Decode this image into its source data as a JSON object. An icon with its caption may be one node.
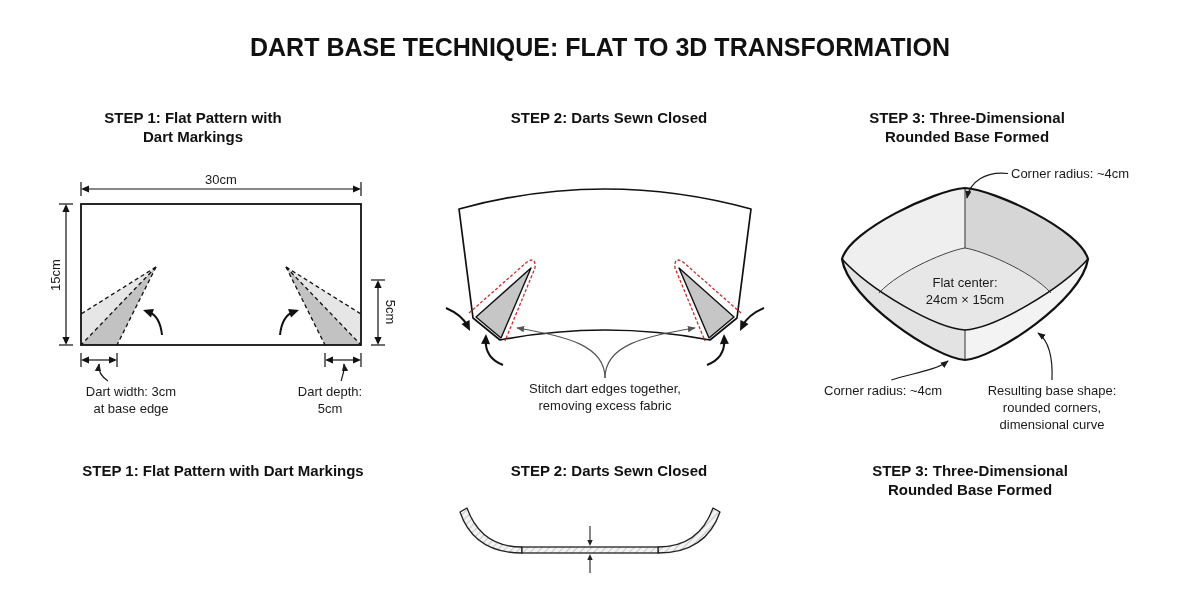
{
  "diagram": {
    "title": "DART BASE TECHNIQUE: FLAT TO 3D TRANSFORMATION",
    "nodes": [
      {
        "text": [
          "Dart width: 3cm at base edge"
        ]
      },
      {
        "text": [
          "Dart depth: 5cm"
        ]
      },
      {
        "text": [
          "Stitch dart edges together, removing excess fabric"
        ]
      },
      {
        "text": [
          "Corner radius: ~4cm"
        ]
      },
      {
        "text": [
          "Flat center: 24cm × 15cm"
        ]
      },
      {
        "text": [
          "Corner radius: ~4cm"
        ]
      },
      {
        "text": [
          "Resulting base shape: rounded corners, dimensional curve"
        ]
      }
    ],
    "edges": [
      {
        "from": 0,
        "to": null,
        "arrow": "to"
      },
      {
        "from": 1,
        "to": null,
        "arrow": "to"
      },
      {
        "from": 2,
        "to": null,
        "arrow": "to",
        "color": "#555555"
      },
      {
        "from": 2,
        "to": null,
        "arrow": "to",
        "color": "#555555"
      },
      {
        "from": 3,
        "to": 4,
        "arrow": "to"
      },
      {
        "from": 5,
        "to": 4,
        "arrow": "to"
      },
      {
        "from": 6,
        "to": 4,
        "arrow": "to"
      }
    ],
    "labels": [
      "STEP 1: Flat Pattern with Dart Markings",
      "STEP 2: Darts Sewn Closed",
      "STEP 3: Three-Dimensional Rounded Base Formed",
      "30cm",
      "15cm",
      "5cm",
      "STEP 1: Flat Pattern with Dart Markings",
      "STEP 2: Darts Sewn Closed",
      "STEP 3: Three-Dimensional Rounded Base Formed"
    ]
  }
}
